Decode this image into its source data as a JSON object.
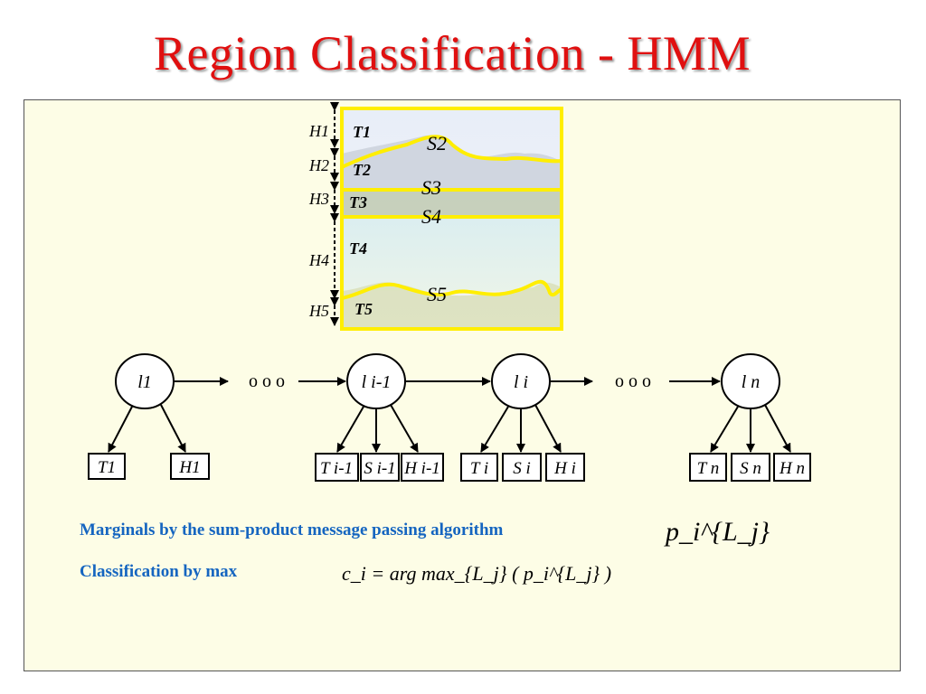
{
  "slide": {
    "title": "Region Classification - HMM",
    "line1": "Marginals by the sum-product message passing algorithm",
    "line2": "Classification by max"
  },
  "colors": {
    "title": "#e01010",
    "text_blue": "#1565c0",
    "panel_bg": "#fdfde6",
    "region_outline": "#ffee00"
  },
  "image_labels": {
    "heights": [
      "H1",
      "H2",
      "H3",
      "H4",
      "H5"
    ],
    "textures": [
      "T1",
      "T2",
      "T3",
      "T4",
      "T5"
    ],
    "shapes": [
      "S2",
      "S3",
      "S4",
      "S5"
    ]
  },
  "hmm_nodes": [
    "l1",
    "l i-1",
    "l i",
    "l n"
  ],
  "ellipsis": "o o o",
  "observations": {
    "group1": [
      "T1",
      "H1"
    ],
    "group2": [
      "T i-1",
      "S i-1",
      "H i-1"
    ],
    "group3": [
      "T i",
      "S i",
      "H i"
    ],
    "group4": [
      "T n",
      "S n",
      "H n"
    ]
  },
  "formulas": {
    "marginal": "p_i^{L_j}",
    "classification": "c_i = arg max_{L_j} ( p_i^{L_j} )"
  }
}
